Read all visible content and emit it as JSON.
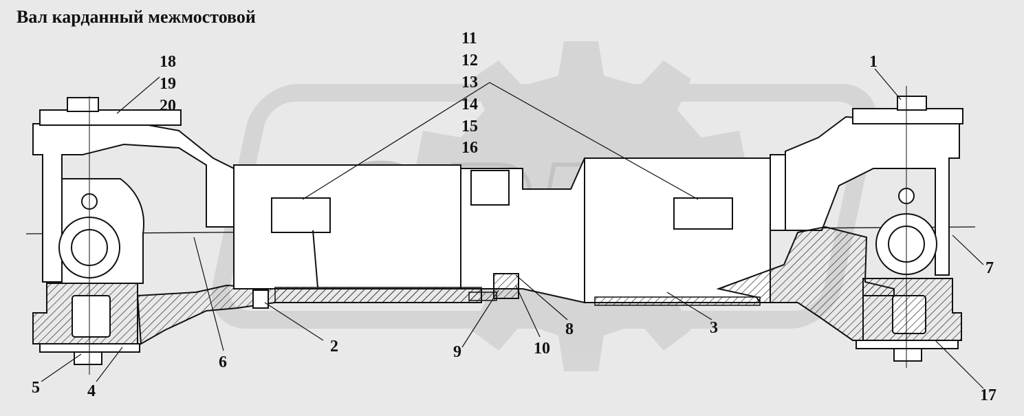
{
  "title": "Вал карданный межмостовой",
  "watermark": {
    "text": "OPEX",
    "color": "#d2d2d2"
  },
  "colors": {
    "background": "#e9e9e9",
    "ink": "#111111",
    "part_fill": "#ffffff"
  },
  "callouts": {
    "c1": "1",
    "c2": "2",
    "c3": "3",
    "c4": "4",
    "c5": "5",
    "c6": "6",
    "c7": "7",
    "c8": "8",
    "c9": "9",
    "c10": "10",
    "c11": "11",
    "c12": "12",
    "c13": "13",
    "c14": "14",
    "c15": "15",
    "c16": "16",
    "c17": "17",
    "c18": "18",
    "c19": "19",
    "c20": "20"
  }
}
